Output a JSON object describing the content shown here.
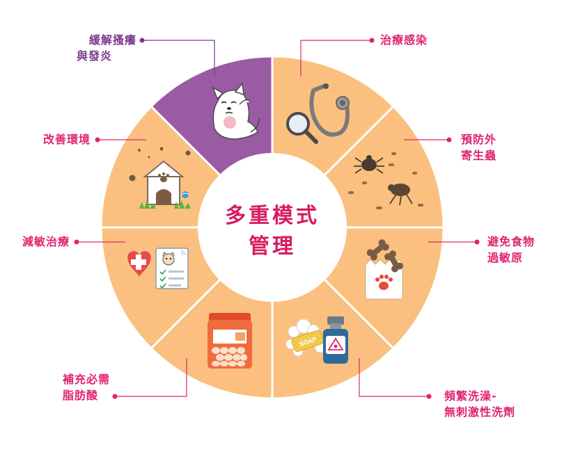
{
  "center": {
    "line1": "多重模式",
    "line2": "管理"
  },
  "colors": {
    "segment": "#fbc07f",
    "highlight": "#9b5aa4",
    "accent": "#e0246f",
    "purple_text": "#7b3a8e",
    "divider": "#ffffff"
  },
  "segments": [
    {
      "id": "itch",
      "lines": [
        "緩解搔癢",
        "與發炎"
      ],
      "icon": "scratching-dog-icon",
      "highlight": true
    },
    {
      "id": "infection",
      "lines": [
        "治療感染"
      ],
      "icon": "stethoscope-magnifier-icon"
    },
    {
      "id": "parasites",
      "lines": [
        "預防外",
        "寄生蟲"
      ],
      "icon": "ticks-fleas-icon"
    },
    {
      "id": "food",
      "lines": [
        "避免食物",
        "過敏原"
      ],
      "icon": "dog-food-bag-icon"
    },
    {
      "id": "bathing",
      "lines": [
        "頻繁洗澡-",
        "無刺激性洗劑"
      ],
      "icon": "soap-shampoo-icon"
    },
    {
      "id": "fatty-acid",
      "lines": [
        "補充必需",
        "脂肪酸"
      ],
      "icon": "supplement-jar-icon"
    },
    {
      "id": "desensitize",
      "lines": [
        "減敏治療"
      ],
      "icon": "medical-record-icon"
    },
    {
      "id": "environment",
      "lines": [
        "改善環境"
      ],
      "icon": "doghouse-icon"
    }
  ],
  "soap_text": "SOAP"
}
